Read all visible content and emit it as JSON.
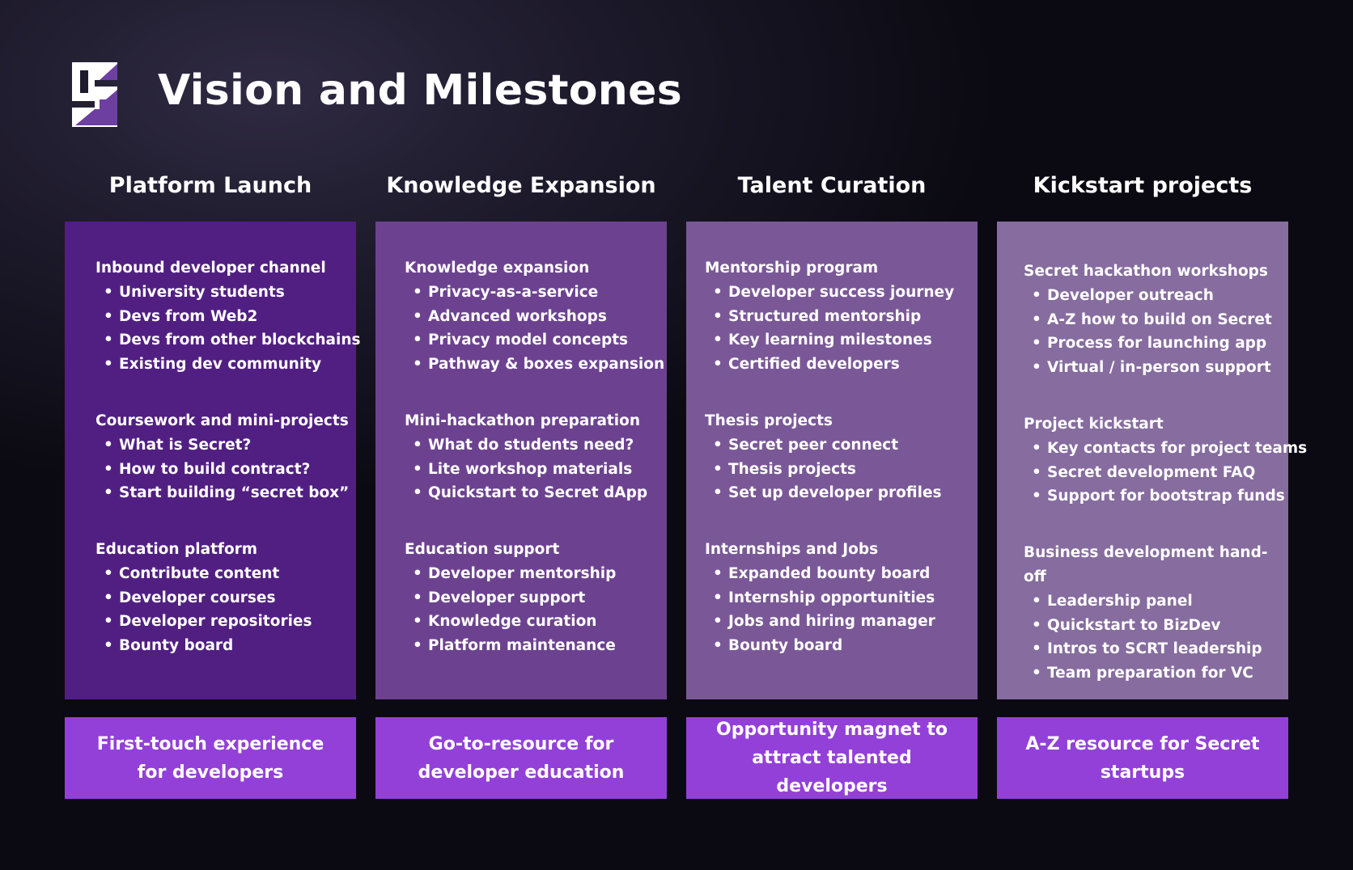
{
  "title": "Vision and Milestones",
  "colors": {
    "col1": "#511f82",
    "col2": "#6c4290",
    "col3": "#7a5897",
    "col4": "#866c9f",
    "footer": "#9340d8"
  },
  "columns": [
    {
      "title": "Platform Launch",
      "footer": "First-touch experience for developers",
      "groups": [
        {
          "heading": "Inbound developer channel",
          "items": [
            "University students",
            "Devs from Web2",
            "Devs from other blockchains",
            "Existing dev community"
          ]
        },
        {
          "heading": "Coursework and mini-projects",
          "items": [
            "What is Secret?",
            "How to build contract?",
            "Start building “secret box”"
          ]
        },
        {
          "heading": "Education platform",
          "items": [
            "Contribute content",
            "Developer courses",
            "Developer repositories",
            "Bounty board"
          ]
        }
      ]
    },
    {
      "title": "Knowledge Expansion",
      "footer": "Go-to-resource for developer education",
      "groups": [
        {
          "heading": "Knowledge expansion",
          "items": [
            "Privacy-as-a-service",
            "Advanced workshops",
            "Privacy model concepts",
            "Pathway & boxes expansion"
          ]
        },
        {
          "heading": "Mini-hackathon preparation",
          "items": [
            "What do students need?",
            "Lite workshop materials",
            "Quickstart to Secret dApp"
          ]
        },
        {
          "heading": "Education support",
          "items": [
            "Developer mentorship",
            "Developer support",
            "Knowledge curation",
            "Platform maintenance"
          ]
        }
      ]
    },
    {
      "title": "Talent Curation",
      "footer": "Opportunity magnet to attract talented developers",
      "groups": [
        {
          "heading": "Mentorship program",
          "items": [
            "Developer success journey",
            "Structured mentorship",
            "Key learning milestones",
            "Certified developers"
          ]
        },
        {
          "heading": "Thesis projects",
          "items": [
            "Secret peer connect",
            "Thesis projects",
            "Set up developer profiles"
          ]
        },
        {
          "heading": "Internships and Jobs",
          "items": [
            "Expanded bounty board",
            "Internship opportunities",
            "Jobs and hiring manager",
            "Bounty board"
          ]
        }
      ]
    },
    {
      "title": "Kickstart projects",
      "footer": "A-Z resource for Secret startups",
      "groups": [
        {
          "heading": "Secret hackathon workshops",
          "items": [
            "Developer outreach",
            "A-Z how to build on Secret",
            "Process for launching app",
            "Virtual / in-person support"
          ]
        },
        {
          "heading": "Project kickstart",
          "items": [
            "Key contacts for project teams",
            "Secret development FAQ",
            "Support for bootstrap funds"
          ]
        },
        {
          "heading": "Business development hand-off",
          "items": [
            "Leadership panel",
            "Quickstart to BizDev",
            "Intros to SCRT leadership",
            "Team preparation for VC"
          ]
        }
      ]
    }
  ]
}
